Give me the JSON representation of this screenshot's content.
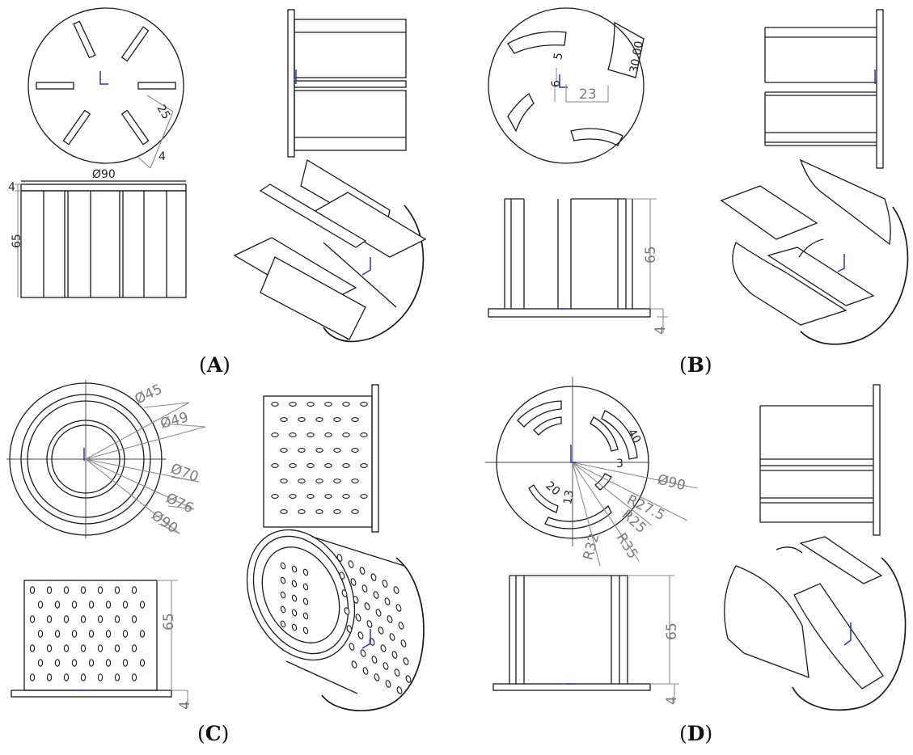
{
  "panels": [
    {
      "id": "A",
      "open": "(",
      "letter": "A",
      "close": ")"
    },
    {
      "id": "B",
      "open": "(",
      "letter": "B",
      "close": ")"
    },
    {
      "id": "C",
      "open": "(",
      "letter": "C",
      "close": ")"
    },
    {
      "id": "D",
      "open": "(",
      "letter": "D",
      "close": ")"
    }
  ],
  "dimensions": {
    "A": {
      "d90": "Ø90",
      "h65": "65",
      "t4_top": "4",
      "slot25": "25",
      "slot4": "4"
    },
    "B": {
      "d5": "5",
      "d6": "6",
      "d23": "23",
      "d30": "30.00",
      "h65": "65",
      "t4": "4"
    },
    "C": {
      "d45": "Ø45",
      "d49": "Ø49",
      "d70": "Ø70",
      "d76": "Ø76",
      "d90": "Ø90",
      "h65": "65",
      "t4": "4"
    },
    "D": {
      "a40": "40",
      "a20": "20",
      "d3": "3",
      "d13": "13",
      "d90": "Ø90",
      "r275": "R27.5",
      "r25": "R25",
      "r35": "R35",
      "r32": "R32",
      "h65": "65",
      "t4": "4"
    }
  },
  "colors": {
    "line": "#1a1a1a",
    "dimension": "#8a8a8a",
    "axis": "#2233cc"
  }
}
